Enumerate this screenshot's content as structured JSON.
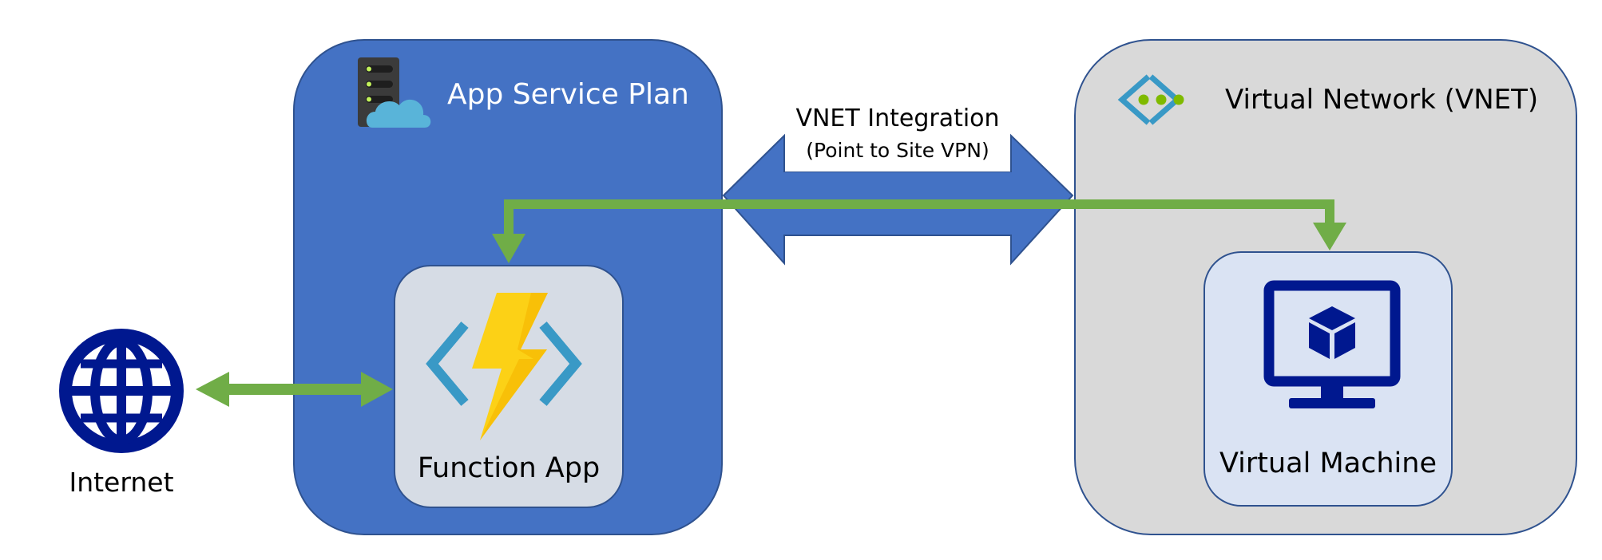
{
  "diagram": {
    "internet": {
      "label": "Internet",
      "icon": "globe-icon"
    },
    "app_service_plan": {
      "label": "App Service Plan",
      "icon": "app-service-plan-icon"
    },
    "function_app": {
      "label": "Function App",
      "icon": "azure-function-icon"
    },
    "vnet_integration": {
      "title": "VNET Integration",
      "subtitle": "(Point to Site VPN)"
    },
    "virtual_network": {
      "label": "Virtual Network (VNET)",
      "icon": "vnet-icon"
    },
    "virtual_machine": {
      "label": "Virtual Machine",
      "icon": "virtual-machine-icon"
    }
  },
  "colors": {
    "plan_fill": "#4472C4",
    "plan_stroke": "#2F528F",
    "vnet_fill": "#D9D9D9",
    "inner_box_fill": "#D6DCE5",
    "vm_box_fill": "#DAE3F3",
    "connector_green": "#70AD47",
    "navy": "#00188F",
    "azure_cyan": "#3999C6",
    "bolt_yellow": "#FCD116",
    "vnet_dot_green": "#7FBA00"
  }
}
